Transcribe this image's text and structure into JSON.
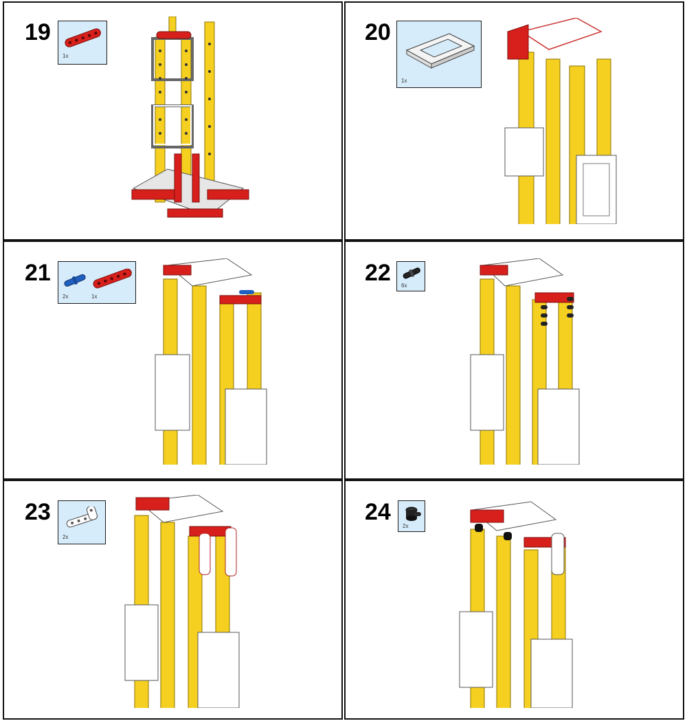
{
  "steps": [
    {
      "number": "19",
      "parts": [
        {
          "icon": "red-beam-icon",
          "qty": "1x"
        }
      ]
    },
    {
      "number": "20",
      "parts": [
        {
          "icon": "white-frame-icon",
          "qty": "1x"
        }
      ]
    },
    {
      "number": "21",
      "parts": [
        {
          "icon": "blue-pin-icon",
          "qty": "2x"
        },
        {
          "icon": "red-beam-icon",
          "qty": "1x"
        }
      ]
    },
    {
      "number": "22",
      "parts": [
        {
          "icon": "black-pin-icon",
          "qty": "6x"
        }
      ]
    },
    {
      "number": "23",
      "parts": [
        {
          "icon": "white-l-beam-icon",
          "qty": "2x"
        }
      ]
    },
    {
      "number": "24",
      "parts": [
        {
          "icon": "black-bushing-icon",
          "qty": "2x"
        }
      ]
    }
  ],
  "colors": {
    "callout_bg": "#d7ecfa",
    "beam_yellow": "#f5d021",
    "beam_red": "#d7201c",
    "frame_white": "#ffffff",
    "pin_blue": "#1f5fbf",
    "pin_black": "#222222"
  }
}
